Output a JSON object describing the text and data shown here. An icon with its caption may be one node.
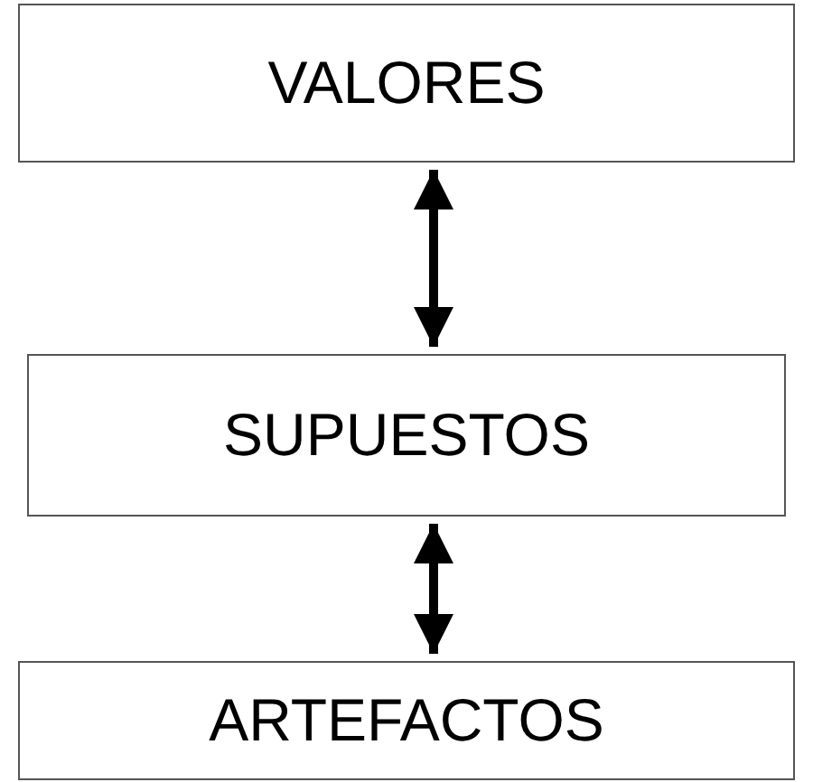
{
  "diagram": {
    "nodes": [
      {
        "text": [
          "VALORES"
        ]
      },
      {
        "text": [
          "SUPUESTOS"
        ]
      },
      {
        "text": [
          "ARTEFACTOS"
        ]
      }
    ],
    "edges": [
      {
        "from": 0,
        "to": 1,
        "arrow": "both"
      },
      {
        "from": 1,
        "to": 2,
        "arrow": "both"
      }
    ]
  }
}
